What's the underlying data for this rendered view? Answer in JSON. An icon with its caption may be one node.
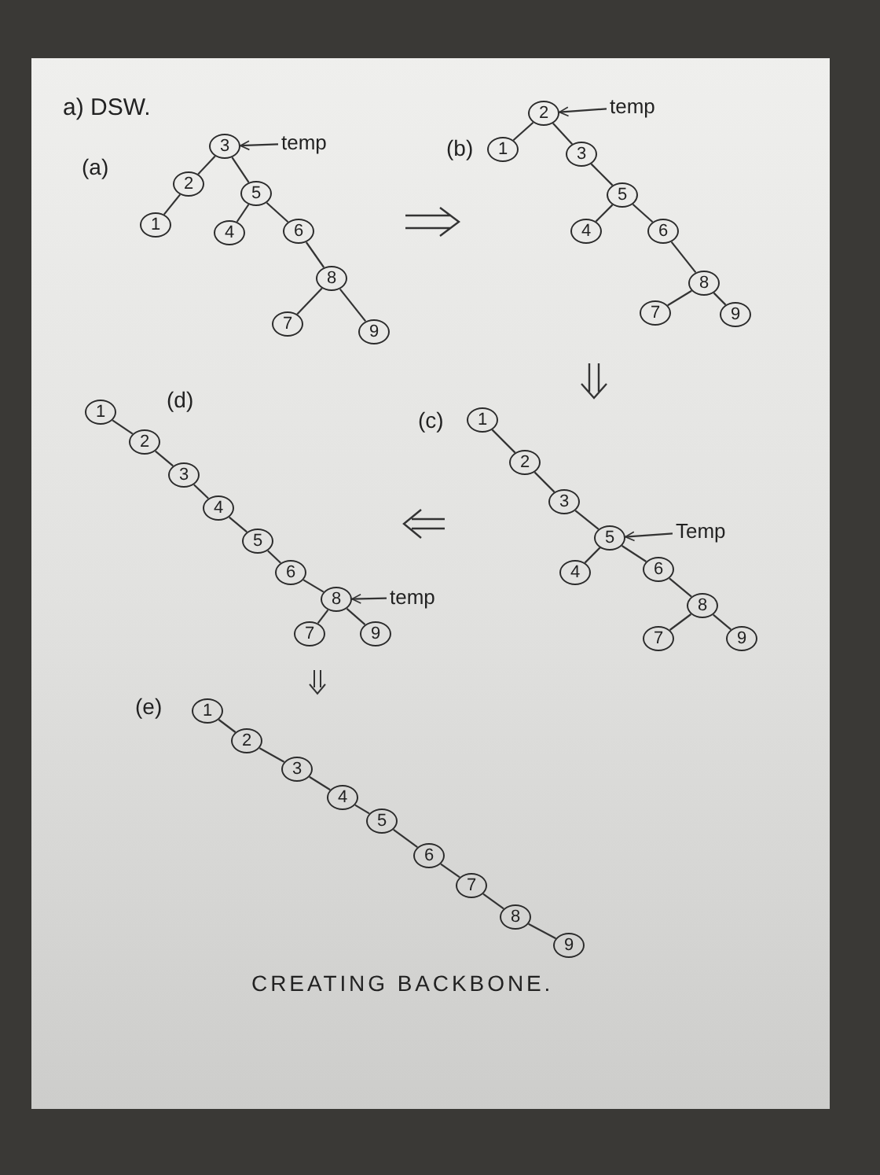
{
  "diagram": {
    "title": "a) DSW.",
    "caption": "CREATING BACKBONE.",
    "nodes": [
      {
        "text": [
          "1"
        ]
      },
      {
        "text": [
          "2"
        ]
      },
      {
        "text": [
          "3"
        ]
      },
      {
        "text": [
          "4"
        ]
      },
      {
        "text": [
          "5"
        ]
      },
      {
        "text": [
          "6"
        ]
      },
      {
        "text": [
          "7"
        ]
      },
      {
        "text": [
          "8"
        ]
      },
      {
        "text": [
          "9"
        ]
      },
      {
        "text": [
          "temp"
        ]
      },
      {
        "text": [
          "1"
        ]
      },
      {
        "text": [
          "2"
        ]
      },
      {
        "text": [
          "3"
        ]
      },
      {
        "text": [
          "4"
        ]
      },
      {
        "text": [
          "5"
        ]
      },
      {
        "text": [
          "6"
        ]
      },
      {
        "text": [
          "7"
        ]
      },
      {
        "text": [
          "8"
        ]
      },
      {
        "text": [
          "9"
        ]
      },
      {
        "text": [
          "temp"
        ]
      },
      {
        "text": [
          "1"
        ]
      },
      {
        "text": [
          "2"
        ]
      },
      {
        "text": [
          "3"
        ]
      },
      {
        "text": [
          "4"
        ]
      },
      {
        "text": [
          "5"
        ]
      },
      {
        "text": [
          "6"
        ]
      },
      {
        "text": [
          "7"
        ]
      },
      {
        "text": [
          "8"
        ]
      },
      {
        "text": [
          "9"
        ]
      },
      {
        "text": [
          "Temp"
        ]
      },
      {
        "text": [
          "1"
        ]
      },
      {
        "text": [
          "2"
        ]
      },
      {
        "text": [
          "3"
        ]
      },
      {
        "text": [
          "4"
        ]
      },
      {
        "text": [
          "5"
        ]
      },
      {
        "text": [
          "6"
        ]
      },
      {
        "text": [
          "7"
        ]
      },
      {
        "text": [
          "8"
        ]
      },
      {
        "text": [
          "9"
        ]
      },
      {
        "text": [
          "temp"
        ]
      },
      {
        "text": [
          "1"
        ]
      },
      {
        "text": [
          "2"
        ]
      },
      {
        "text": [
          "3"
        ]
      },
      {
        "text": [
          "4"
        ]
      },
      {
        "text": [
          "5"
        ]
      },
      {
        "text": [
          "6"
        ]
      },
      {
        "text": [
          "7"
        ]
      },
      {
        "text": [
          "8"
        ]
      },
      {
        "text": [
          "9"
        ]
      }
    ],
    "edges": [
      {
        "from": 2,
        "to": 1,
        "arrow": "none"
      },
      {
        "from": 1,
        "to": 0,
        "arrow": "none"
      },
      {
        "from": 2,
        "to": 4,
        "arrow": "none"
      },
      {
        "from": 4,
        "to": 3,
        "arrow": "none"
      },
      {
        "from": 4,
        "to": 5,
        "arrow": "none"
      },
      {
        "from": 5,
        "to": 7,
        "arrow": "none"
      },
      {
        "from": 7,
        "to": 6,
        "arrow": "none"
      },
      {
        "from": 7,
        "to": 8,
        "arrow": "none"
      },
      {
        "from": 9,
        "to": 2,
        "arrow": "to"
      },
      {
        "from": 11,
        "to": 10,
        "arrow": "none"
      },
      {
        "from": 11,
        "to": 12,
        "arrow": "none"
      },
      {
        "from": 12,
        "to": 14,
        "arrow": "none"
      },
      {
        "from": 14,
        "to": 13,
        "arrow": "none"
      },
      {
        "from": 14,
        "to": 15,
        "arrow": "none"
      },
      {
        "from": 15,
        "to": 17,
        "arrow": "none"
      },
      {
        "from": 17,
        "to": 16,
        "arrow": "none"
      },
      {
        "from": 17,
        "to": 18,
        "arrow": "none"
      },
      {
        "from": 19,
        "to": 11,
        "arrow": "to"
      },
      {
        "from": 20,
        "to": 21,
        "arrow": "none"
      },
      {
        "from": 21,
        "to": 22,
        "arrow": "none"
      },
      {
        "from": 22,
        "to": 24,
        "arrow": "none"
      },
      {
        "from": 24,
        "to": 23,
        "arrow": "none"
      },
      {
        "from": 24,
        "to": 25,
        "arrow": "none"
      },
      {
        "from": 25,
        "to": 27,
        "arrow": "none"
      },
      {
        "from": 27,
        "to": 26,
        "arrow": "none"
      },
      {
        "from": 27,
        "to": 28,
        "arrow": "none"
      },
      {
        "from": 29,
        "to": 24,
        "arrow": "to"
      },
      {
        "from": 30,
        "to": 31,
        "arrow": "none"
      },
      {
        "from": 31,
        "to": 32,
        "arrow": "none"
      },
      {
        "from": 32,
        "to": 33,
        "arrow": "none"
      },
      {
        "from": 33,
        "to": 34,
        "arrow": "none"
      },
      {
        "from": 34,
        "to": 35,
        "arrow": "none"
      },
      {
        "from": 35,
        "to": 37,
        "arrow": "none"
      },
      {
        "from": 37,
        "to": 36,
        "arrow": "none"
      },
      {
        "from": 37,
        "to": 38,
        "arrow": "none"
      },
      {
        "from": 39,
        "to": 37,
        "arrow": "to"
      },
      {
        "from": 40,
        "to": 41,
        "arrow": "none"
      },
      {
        "from": 41,
        "to": 42,
        "arrow": "none"
      },
      {
        "from": 42,
        "to": 43,
        "arrow": "none"
      },
      {
        "from": 43,
        "to": 44,
        "arrow": "none"
      },
      {
        "from": 44,
        "to": 45,
        "arrow": "none"
      },
      {
        "from": 45,
        "to": 46,
        "arrow": "none"
      },
      {
        "from": 46,
        "to": 47,
        "arrow": "none"
      },
      {
        "from": 47,
        "to": 48,
        "arrow": "none"
      }
    ],
    "labels": [
      "(a)",
      "(b)",
      "(c)",
      "(d)",
      "(e)"
    ]
  }
}
